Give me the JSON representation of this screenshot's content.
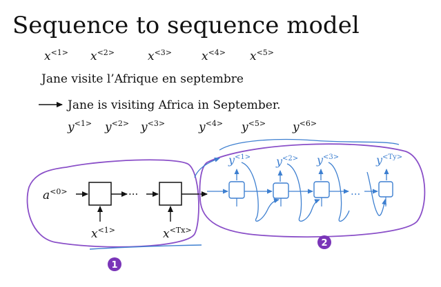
{
  "slide": {
    "title": "Sequence to sequence model",
    "source_sentence": "Jane visite l’Afrique en septembre",
    "target_sentence": "Jane is visiting Africa in September.",
    "x_tokens": [
      "x",
      "x",
      "x",
      "x",
      "x"
    ],
    "x_sups": [
      "<1>",
      "<2>",
      "<3>",
      "<4>",
      "<5>"
    ],
    "y_tokens": [
      "y",
      "y",
      "y",
      "y",
      "y",
      "y"
    ],
    "y_sups": [
      "<1>",
      "<2>",
      "<3>",
      "<4>",
      "<5>",
      "<6>"
    ]
  },
  "encoder": {
    "init_state": "a",
    "init_state_sup": "<0>",
    "ellipsis": "···",
    "input_first": "x",
    "input_first_sup": "<1>",
    "input_last": "x",
    "input_last_sup": "<Tx>",
    "badge": "1"
  },
  "decoder": {
    "outputs": [
      "y",
      "y",
      "y",
      "y"
    ],
    "output_sups": [
      "<1>",
      "<2>",
      "<3>",
      "<Ty>"
    ],
    "ellipsis": "...",
    "badge": "2"
  },
  "colors": {
    "ink": "#111111",
    "annotation": "#3d7fd0",
    "circle": "#8a4fc8",
    "badge": "#7a35b8"
  }
}
